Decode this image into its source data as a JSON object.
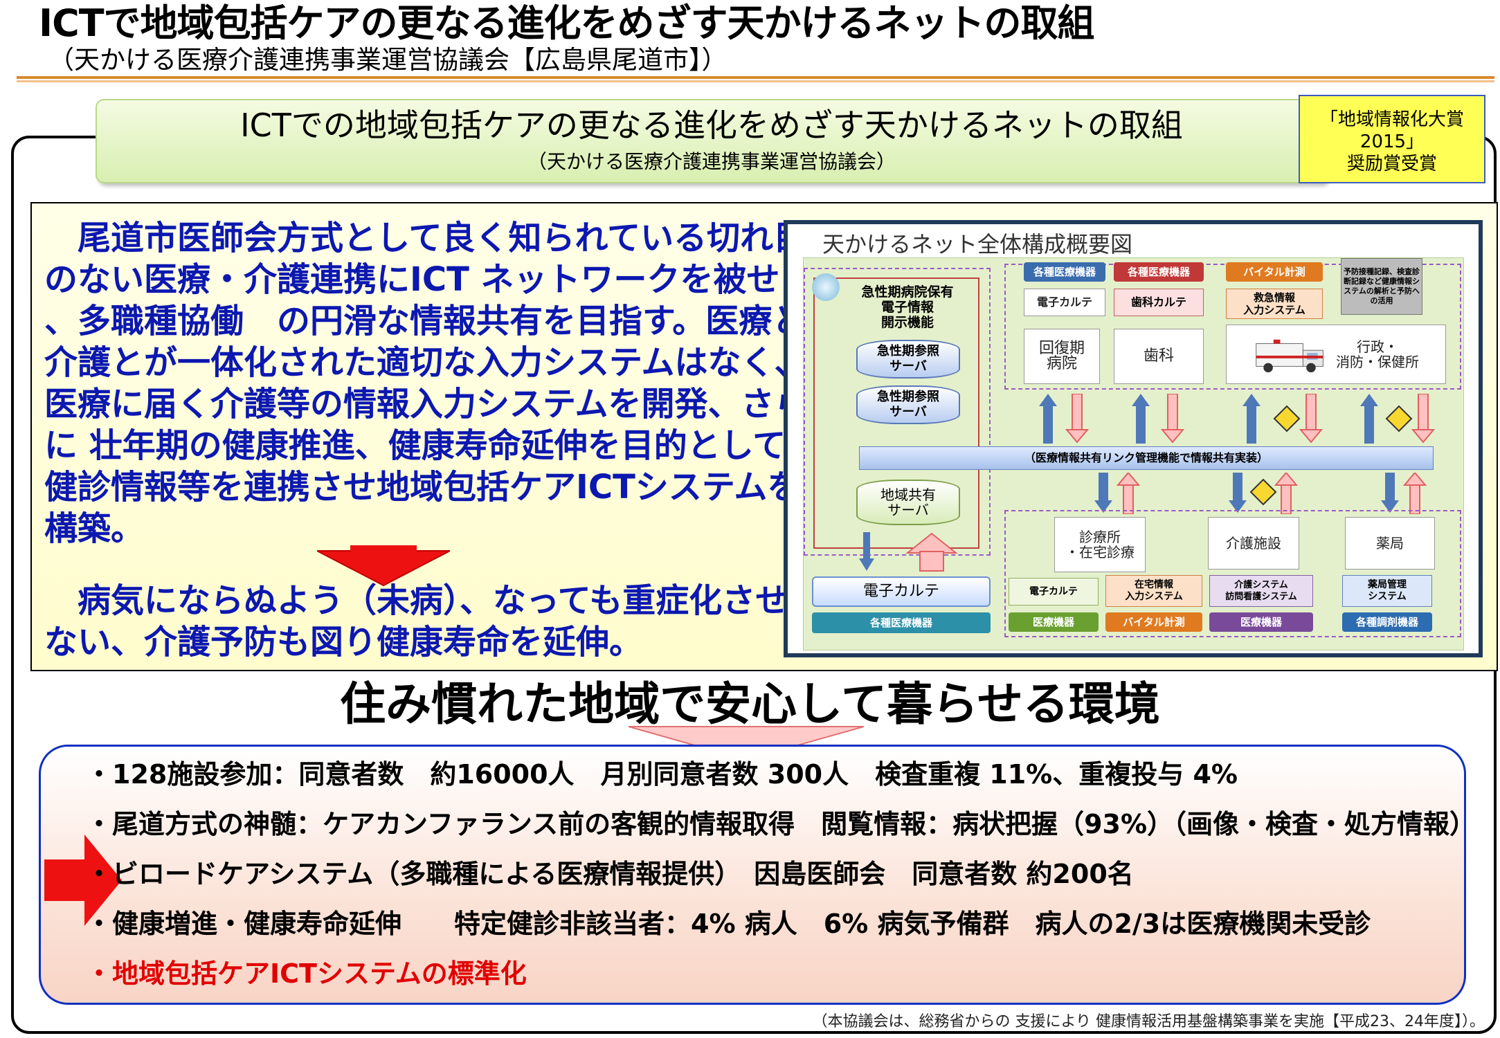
{
  "header": {
    "title": "ICTで地域包括ケアの更なる進化をめざす天かけるネットの取組",
    "subtitle": "（天かける医療介護連携事業運営協議会【広島県尾道市】）"
  },
  "banner": {
    "title": "ICTでの地域包括ケアの更なる進化をめざす天かけるネットの取組",
    "subtitle": "（天かける医療介護連携事業運営協議会）"
  },
  "award": {
    "line1": "「地域情報化大賞",
    "line2": "2015」",
    "line3": "奨励賞受賞"
  },
  "intro": {
    "paragraph1": "　尾道市医師会方式として良く知られている切れ目のない医療・介護連携にICT ネットワークを被せ 、多職種協働　の円滑な情報共有を目指す。医療と介護とが一体化された適切な入力システムはなく、医療に届く介護等の情報入力システムを開発、さらに 壮年期の健康推進、健康寿命延伸を目的として健診情報等を連携させ地域包括ケアICTシステムを構築。",
    "paragraph2": "　病気にならぬよう（未病）、なっても重症化させない、介護予防も図り健康寿命を延伸。"
  },
  "diagram": {
    "title": "天かけるネット全体構成概要図",
    "hospital_function": "急性期病院保有\n電子情報\n開示機能",
    "server1": "急性期参照\nサーバ",
    "server2": "急性期参照\nサーバ",
    "shared_server": "地域共有\nサーバ",
    "left_ekarte": "電子カルテ",
    "left_devices": "各種医療機器",
    "top_tags": [
      "各種医療機器",
      "各種医療機器",
      "バイタル計測",
      "予防接種記録、検査診断記録など健康情報システムの解析と予防への活用"
    ],
    "top_systems": [
      "電子カルテ",
      "歯科カルテ",
      "救急情報\n入力システム"
    ],
    "top_facilities": [
      "回復期\n病院",
      "歯科",
      "行政・\n消防・保健所"
    ],
    "link_bar": "（医療情報共有リンク管理機能で情報共有実装）",
    "bottom_facilities": [
      "診療所\n・在宅診療",
      "介護施設",
      "薬局"
    ],
    "bottom_systems": [
      "電子カルテ",
      "在宅情報\n入力システム",
      "介護システム\n訪問看護システム",
      "薬局管理\nシステム"
    ],
    "bottom_tags": [
      "医療機器",
      "バイタル計測",
      "医療機器",
      "各種調剤機器"
    ]
  },
  "headline": "住み慣れた地域で安心して暮らせる環境",
  "bullets": [
    "・128施設参加：同意者数　約16000人　月別同意者数 300人　検査重複 11%、重複投与 4%",
    "・尾道方式の神髄：ケアカンファランス前の客観的情報取得　閲覧情報：病状把握（93%）（画像・検査・処方情報）",
    "・ビロードケアシステム（多職種による医療情報提供）　因島医師会　同意者数 約200名",
    "・健康増進・健康寿命延伸　　特定健診非該当者：4% 病人　6% 病気予備群　病人の2/3は医療機関未受診",
    "・地域包括ケアICTシステムの標準化"
  ],
  "footnote": "（本協議会は、総務省からの 支援により 健康情報活用基盤構築事業を実施【平成23、24年度】）。",
  "colors": {
    "accent_blue": "#0c18b0",
    "accent_red": "#e00000",
    "title_rule": "#d88a2e"
  }
}
